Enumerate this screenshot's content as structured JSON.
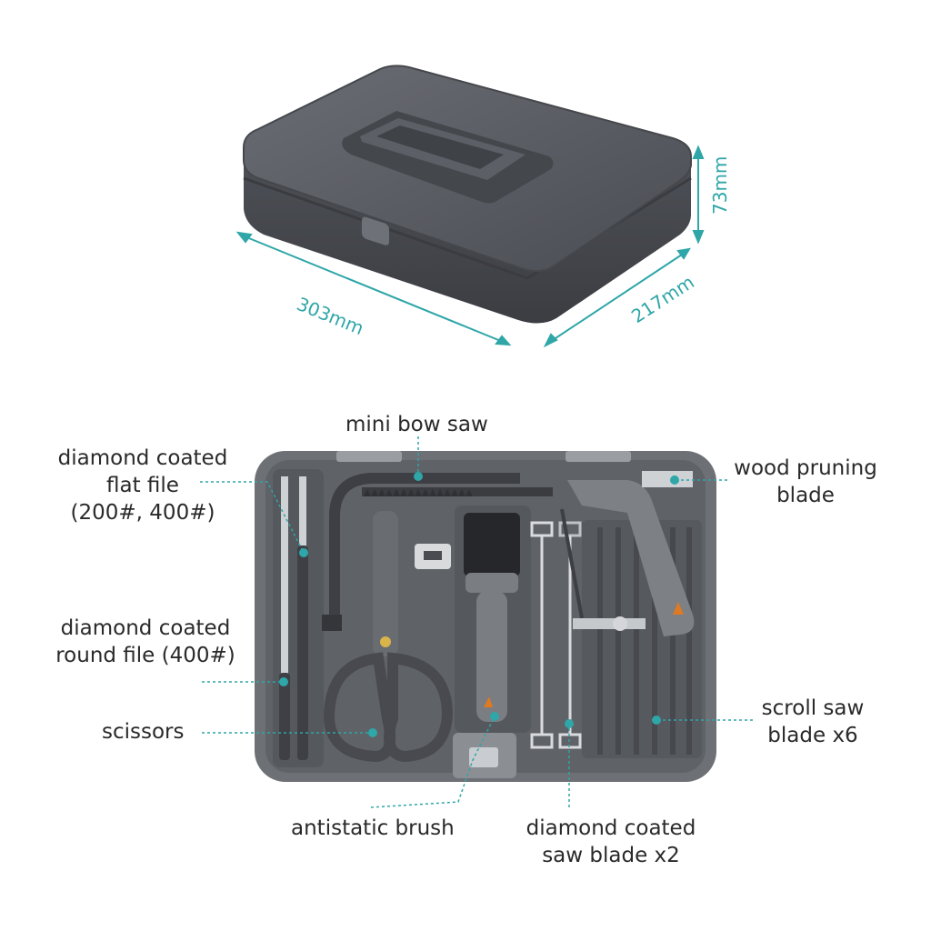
{
  "dimensions": {
    "length": "303mm",
    "width": "217mm",
    "height": "73mm"
  },
  "labels": {
    "mini_bow_saw": "mini bow saw",
    "flat_file_1": "diamond coated",
    "flat_file_2": "flat file",
    "flat_file_3": "(200#, 400#)",
    "round_file_1": "diamond coated",
    "round_file_2": "round file (400#)",
    "scissors": "scissors",
    "antistatic_brush": "antistatic brush",
    "saw_blade_1": "diamond coated",
    "saw_blade_2": "saw blade x2",
    "pruning_1": "wood pruning",
    "pruning_2": "blade",
    "scroll_1": "scroll saw",
    "scroll_2": "blade x6"
  },
  "colors": {
    "accent": "#2fa6a8",
    "case": "#55585e",
    "tray": "#6b6e73",
    "text": "#2a2a2a",
    "brand_orange": "#e07a22"
  }
}
